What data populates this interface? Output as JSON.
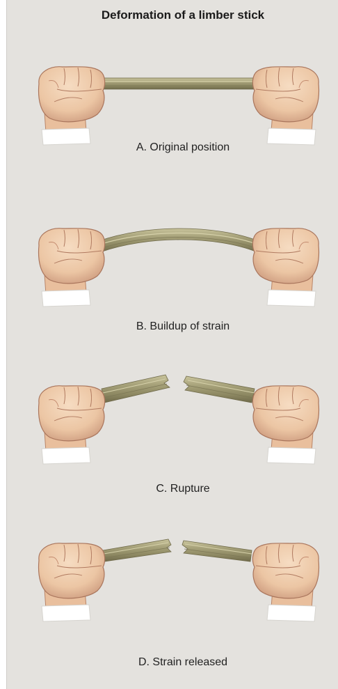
{
  "title": "Deformation of a limber stick",
  "panels": [
    {
      "label": "A. Original position"
    },
    {
      "label": "B. Buildup of strain"
    },
    {
      "label": "C. Rupture"
    },
    {
      "label": "D. Strain released"
    }
  ],
  "colors": {
    "background": "#e4e2de",
    "skin": "#ecc6a4",
    "skin_shadow": "#c9967a",
    "stick": "#a7a27a",
    "stick_dark": "#7d7856",
    "cuff": "#ffffff"
  }
}
